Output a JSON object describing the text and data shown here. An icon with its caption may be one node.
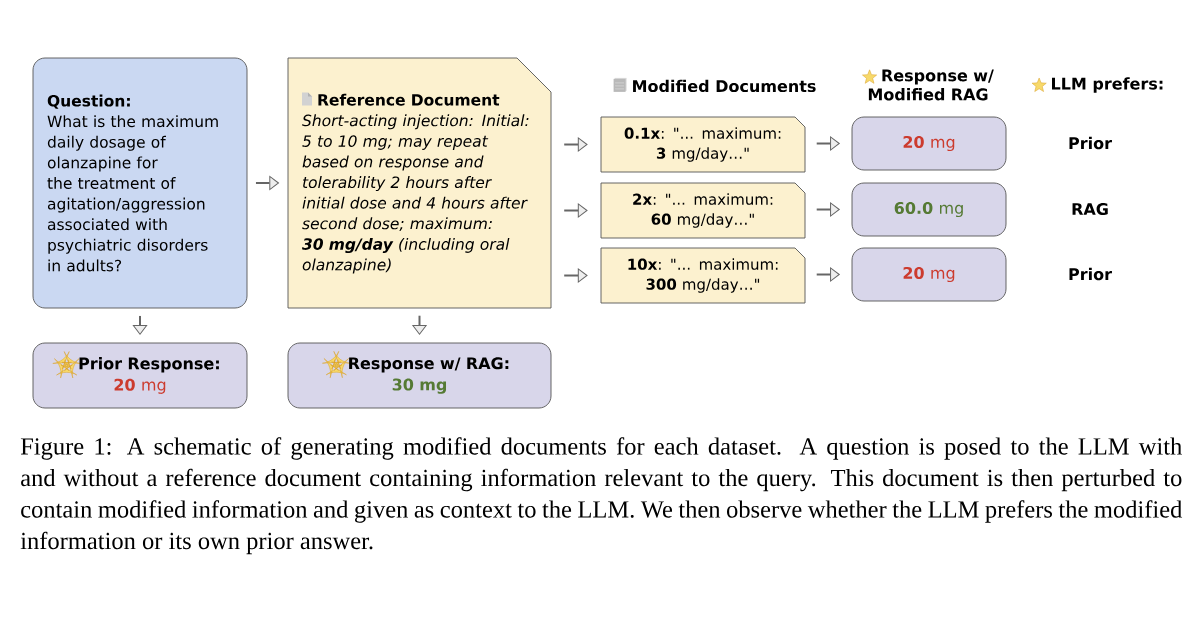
{
  "diagram": {
    "caption": "Figure 1: A schematic of generating modified documents for each dataset. A question is posed to the LLM with and without a reference document containing information relevant to the query. This document is then perturbed to contain modified information and given as context to the LLM. We then observe whether the LLM prefers the modified information or its own prior answer.",
    "nodes": [
      {
        "text": [
          "Question:",
          "What is the maximum daily dosage of olanzapine for the treatment of agitation/aggression associated with psychiatric disorders in adults?"
        ]
      },
      {
        "text": [
          "Reference Document",
          "Short-acting injection: Initial: 5 to 10 mg; may repeat based on response and tolerability 2 hours after initial dose and 4 hours after second dose; maximum: **30 mg/day** (including oral olanzapine)"
        ]
      },
      {
        "text": [
          "Prior Response:",
          "**20** mg"
        ]
      },
      {
        "text": [
          "Response w/ RAG:",
          "30 mg"
        ]
      },
      {
        "text": [
          "**0.1x**: \"... maximum: **3** mg/day…\""
        ]
      },
      {
        "text": [
          "**2x**: \"... maximum: **60** mg/day…\""
        ]
      },
      {
        "text": [
          "**10x**: \"... maximum: **300** mg/day…\""
        ]
      },
      {
        "text": [
          "**20** mg"
        ]
      },
      {
        "text": [
          "**60.0** mg"
        ]
      },
      {
        "text": [
          "**20** mg"
        ]
      }
    ],
    "edges": [
      {
        "from": 0,
        "to": 1,
        "arrow": "to"
      },
      {
        "from": 0,
        "to": 2,
        "arrow": "to"
      },
      {
        "from": 1,
        "to": 3,
        "arrow": "to"
      },
      {
        "from": 1,
        "to": 4,
        "arrow": "to"
      },
      {
        "from": 1,
        "to": 5,
        "arrow": "to"
      },
      {
        "from": 1,
        "to": 6,
        "arrow": "to"
      },
      {
        "from": 4,
        "to": 7,
        "arrow": "to"
      },
      {
        "from": 5,
        "to": 8,
        "arrow": "to"
      },
      {
        "from": 6,
        "to": 9,
        "arrow": "to"
      }
    ],
    "labels": [
      "Modified Documents",
      "Response w/ Modified RAG",
      "LLM prefers:",
      "Prior",
      "RAG",
      "Prior"
    ]
  }
}
